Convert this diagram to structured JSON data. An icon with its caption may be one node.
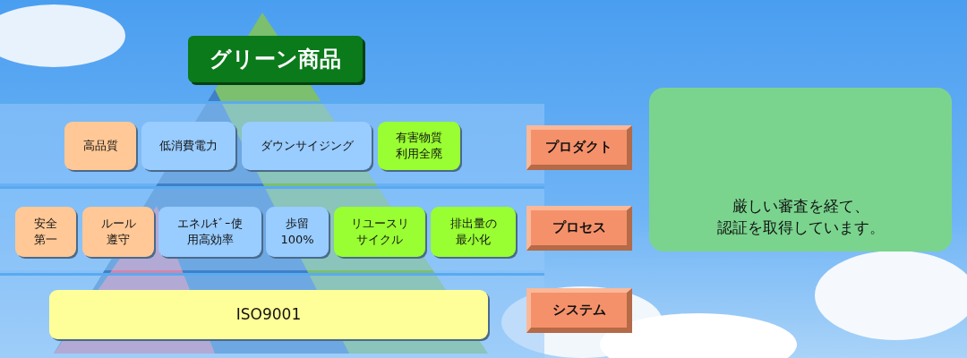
{
  "diagram": {
    "nodes": [
      {
        "text": [
          "グリーン商品"
        ]
      },
      {
        "text": [],
        "shape": "band"
      },
      {
        "text": [
          "高品質"
        ],
        "in": 1
      },
      {
        "text": [
          "低消費電力"
        ],
        "in": 1
      },
      {
        "text": [
          "ダウンサイジング"
        ],
        "in": 1
      },
      {
        "text": [
          "有害物質利用全廃"
        ],
        "in": 1
      },
      {
        "text": [
          "プロダクト"
        ]
      },
      {
        "text": [],
        "shape": "band"
      },
      {
        "text": [
          "安全第一"
        ],
        "in": 7
      },
      {
        "text": [
          "ルール遵守"
        ],
        "in": 7
      },
      {
        "text": [
          "エネルｷﾞｰ使用高効率"
        ],
        "in": 7
      },
      {
        "text": [
          "歩留100%"
        ],
        "in": 7
      },
      {
        "text": [
          "リユースリサイクル"
        ],
        "in": 7
      },
      {
        "text": [
          "排出量の最小化"
        ],
        "in": 7
      },
      {
        "text": [
          "プロセス"
        ]
      },
      {
        "text": [],
        "shape": "band"
      },
      {
        "text": [
          "ISO9001"
        ],
        "in": 15
      },
      {
        "text": [
          "システム"
        ]
      },
      {
        "text": [
          "厳しい審査を経て、認証を取得しています。"
        ]
      }
    ]
  }
}
